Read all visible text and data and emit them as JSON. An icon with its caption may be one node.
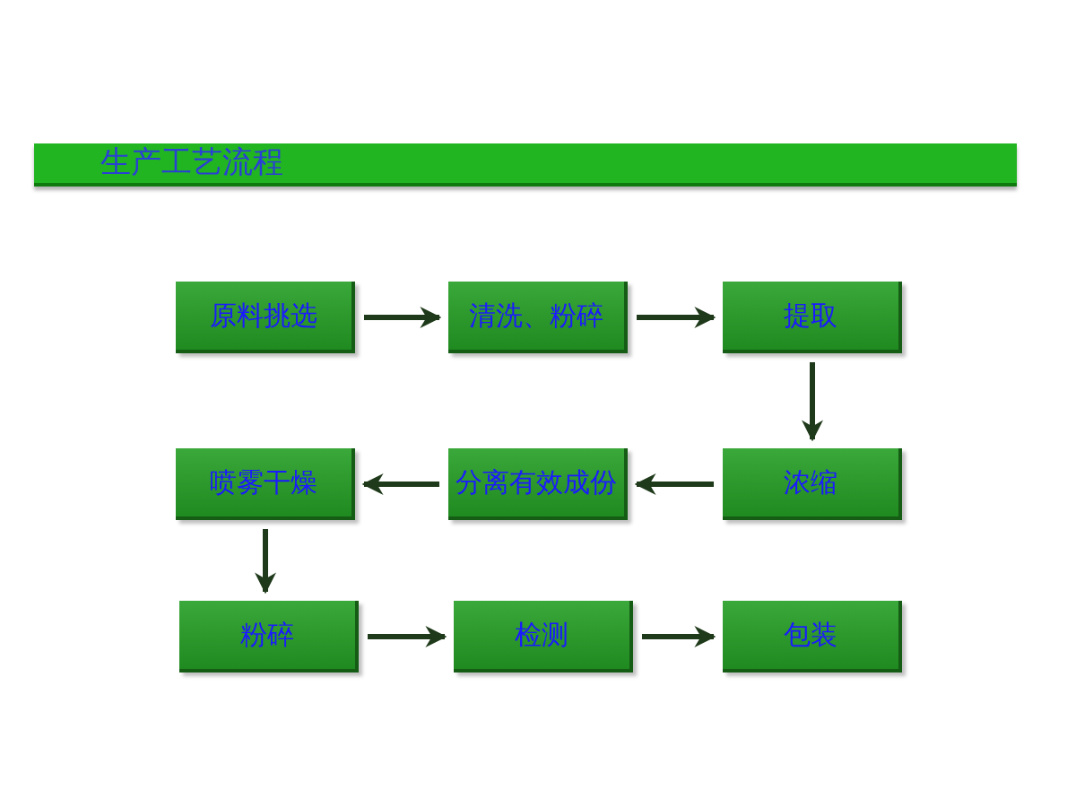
{
  "diagram": {
    "title": "生产工艺流程",
    "nodes": [
      {
        "text": [
          "原料挑选"
        ]
      },
      {
        "text": [
          "清洗、粉碎"
        ]
      },
      {
        "text": [
          "提取"
        ]
      },
      {
        "text": [
          "喷雾干燥"
        ]
      },
      {
        "text": [
          "分离有效成份"
        ]
      },
      {
        "text": [
          "浓缩"
        ]
      },
      {
        "text": [
          "粉碎"
        ]
      },
      {
        "text": [
          "检测"
        ]
      },
      {
        "text": [
          "包装"
        ]
      }
    ],
    "edges": [
      {
        "from": 0,
        "to": 1,
        "arrow": "to"
      },
      {
        "from": 1,
        "to": 2,
        "arrow": "to"
      },
      {
        "from": 2,
        "to": 5,
        "arrow": "to"
      },
      {
        "from": 5,
        "to": 4,
        "arrow": "to"
      },
      {
        "from": 4,
        "to": 3,
        "arrow": "to"
      },
      {
        "from": 3,
        "to": 6,
        "arrow": "to"
      },
      {
        "from": 6,
        "to": 7,
        "arrow": "to"
      },
      {
        "from": 7,
        "to": 8,
        "arrow": "to"
      }
    ]
  }
}
